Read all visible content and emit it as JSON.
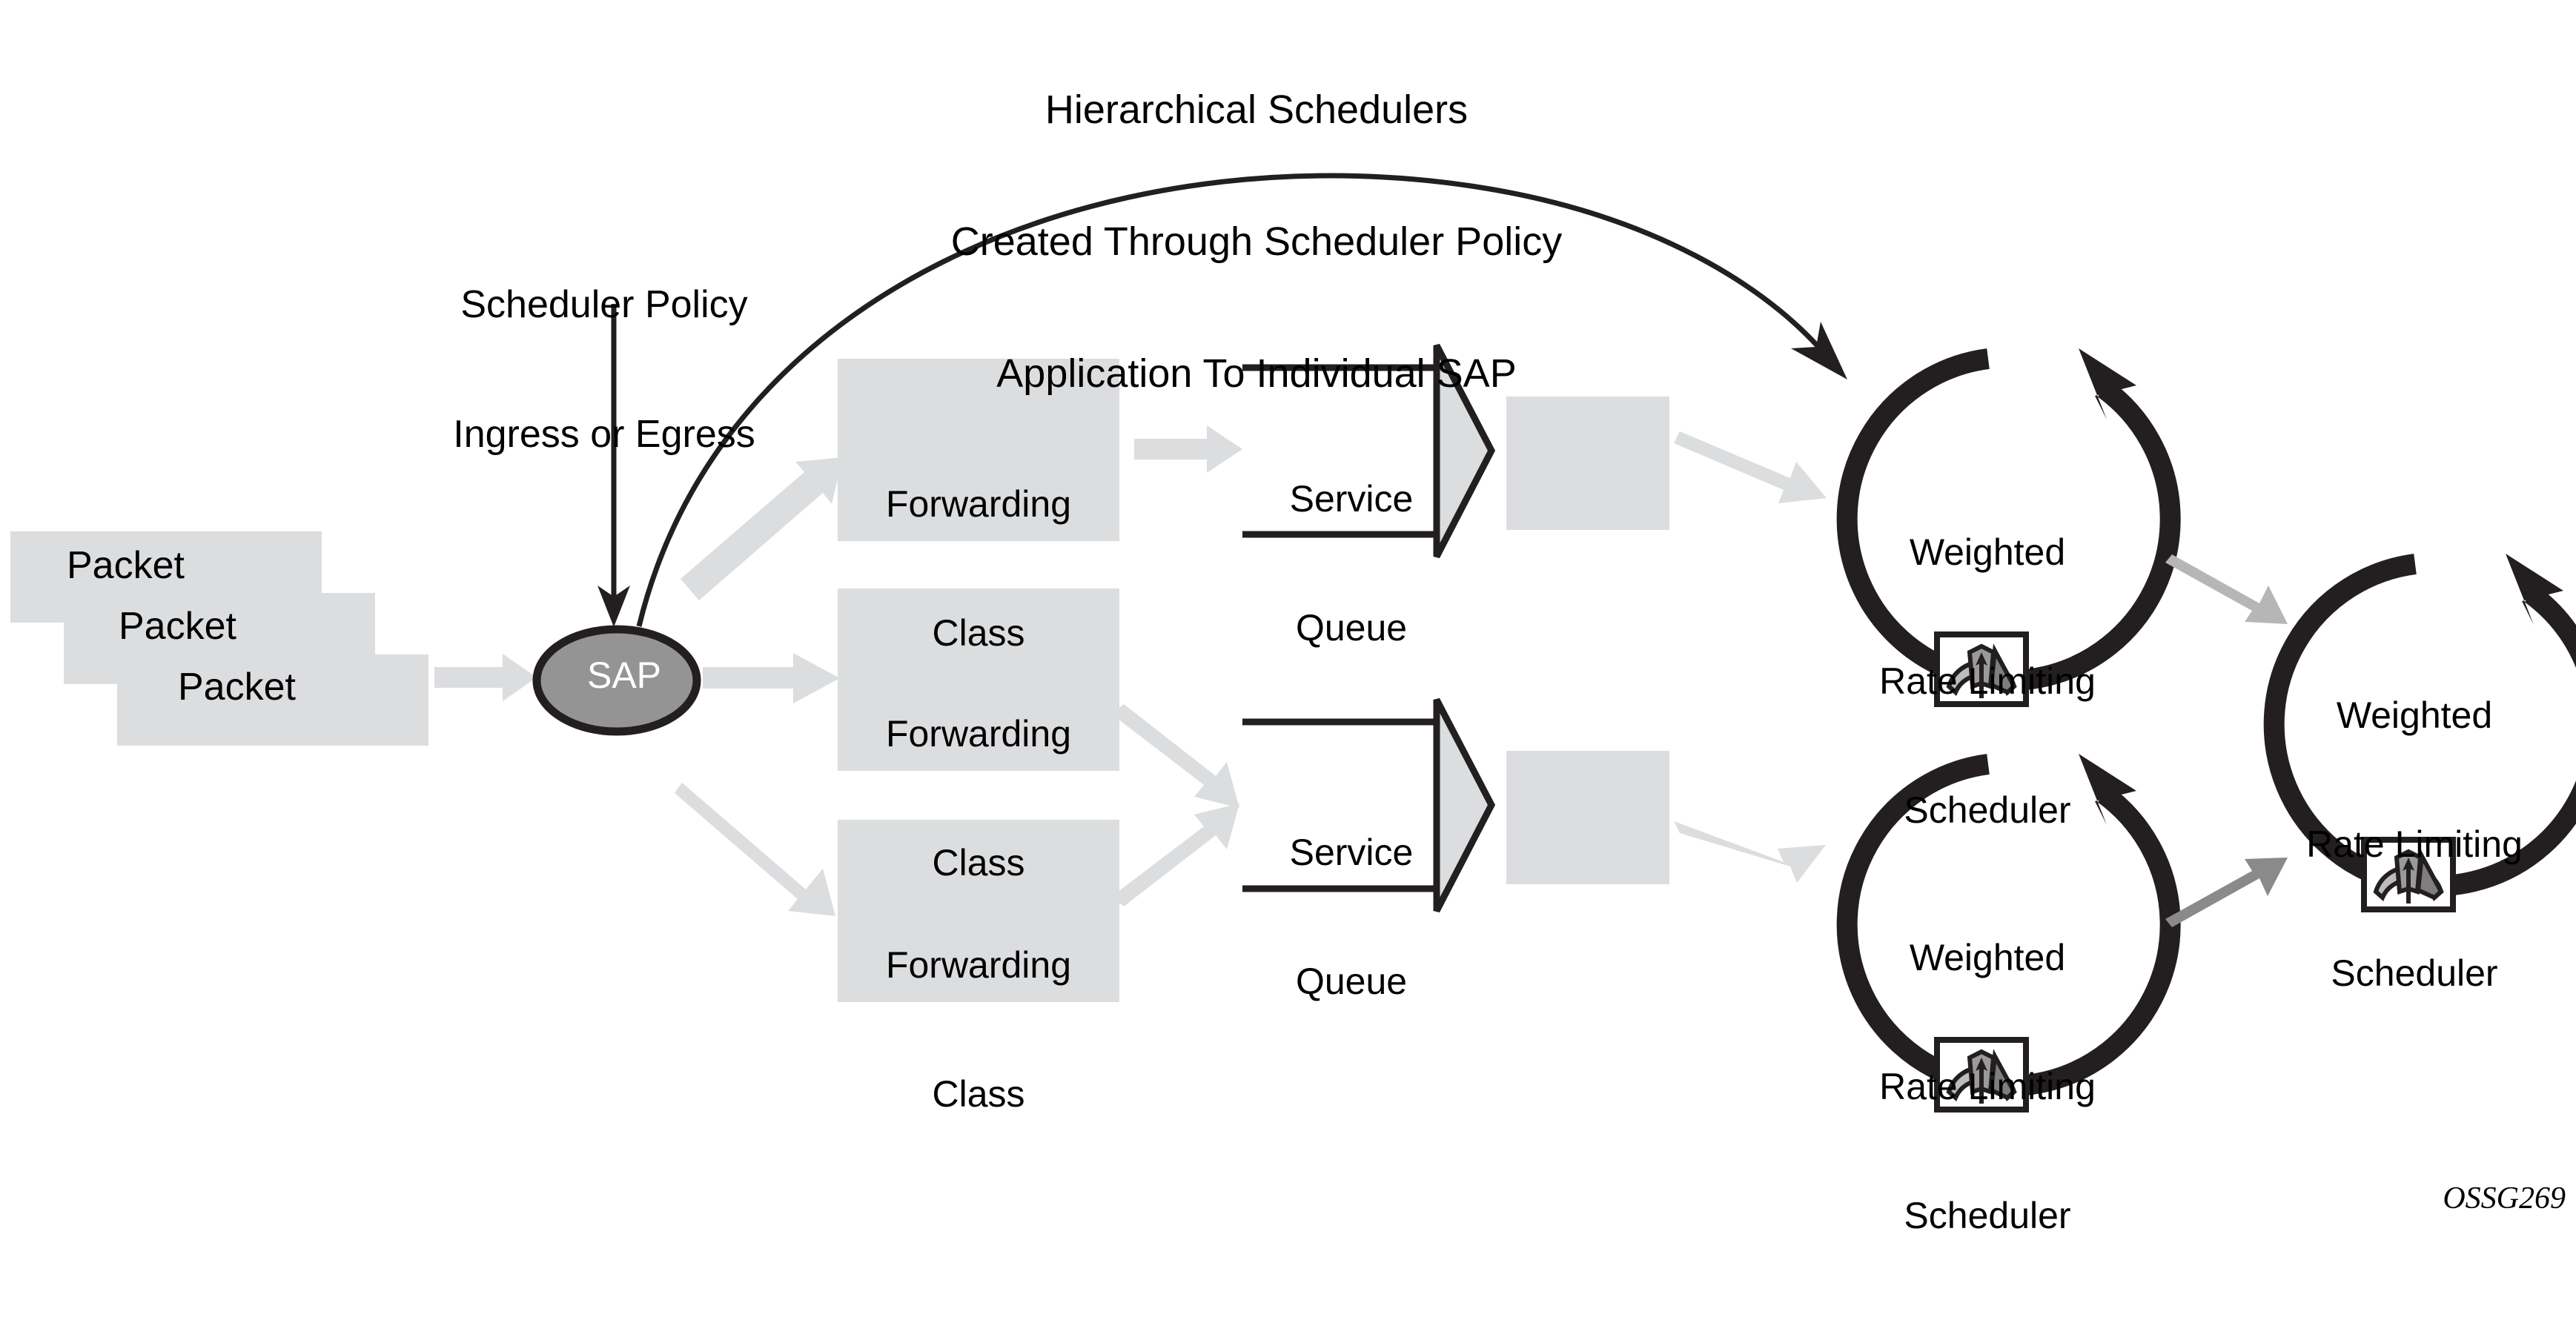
{
  "figure": {
    "id_label": "OSSG269",
    "title_lines": [
      "Hierarchical Schedulers",
      "Created Through Scheduler Policy",
      "Application To Individual SAP"
    ],
    "policy_annotation_lines": [
      "Scheduler Policy",
      "Ingress or Egress"
    ]
  },
  "packets": {
    "label_1": "Packet",
    "label_2": "Packet",
    "label_3": "Packet"
  },
  "sap": {
    "label": "SAP"
  },
  "forwarding_classes": [
    {
      "line1": "Forwarding",
      "line2": "Class"
    },
    {
      "line1": "Forwarding",
      "line2": "Class"
    },
    {
      "line1": "Forwarding",
      "line2": "Class"
    }
  ],
  "service_queues": [
    {
      "line1": "Service",
      "line2": "Queue"
    },
    {
      "line1": "Service",
      "line2": "Queue"
    }
  ],
  "schedulers": [
    {
      "line1": "Weighted",
      "line2": "Rate Limiting",
      "line3": "Scheduler",
      "icon": "gauge-icon"
    },
    {
      "line1": "Weighted",
      "line2": "Rate Limiting",
      "line3": "Scheduler",
      "icon": "gauge-icon"
    },
    {
      "line1": "Weighted",
      "line2": "Rate Limiting",
      "line3": "Scheduler",
      "icon": "gauge-icon"
    }
  ],
  "colors": {
    "background": "#ffffff",
    "box_fill": "#dcdddf",
    "sap_fill": "#949494",
    "sap_text": "#ffffff",
    "outline": "#231f20",
    "flow_arrow_light": "#dcdddf",
    "flow_arrow_mid": "#b6b6b6",
    "flow_arrow_dark": "#8a8a8a",
    "gauge_light": "#bcbcbc",
    "gauge_mid": "#9a9a9a",
    "gauge_dark": "#7e7e7e",
    "text": "#000000"
  }
}
